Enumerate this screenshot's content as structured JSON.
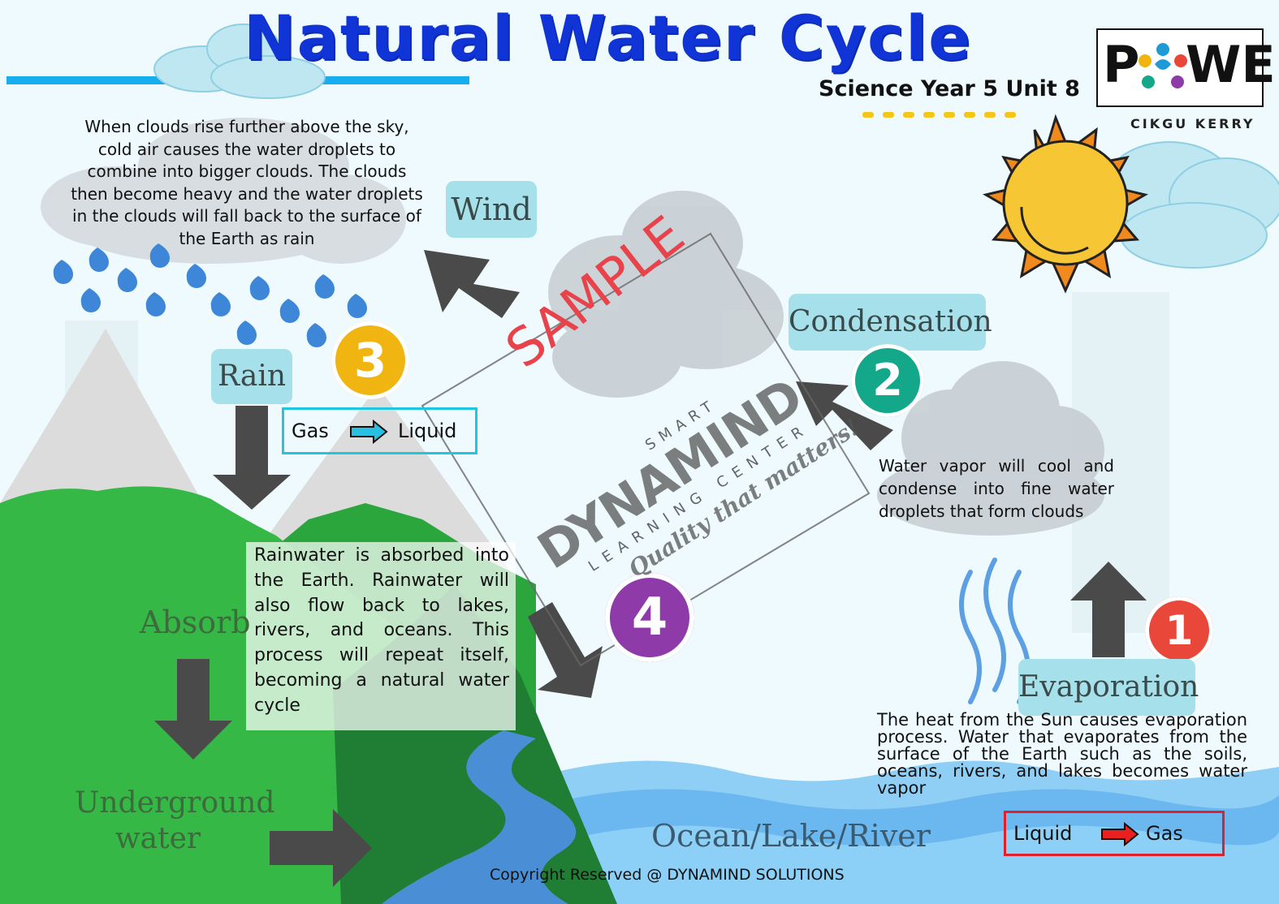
{
  "header": {
    "title": "Natural Water Cycle",
    "subtitle": "Science Year 5 Unit 8"
  },
  "logo": {
    "text_left": "P",
    "text_right": "WER",
    "caption": "CIKGU KERRY"
  },
  "watermark": {
    "sample": "SAMPLE",
    "brand_small": "SMART",
    "brand": "DYNAMIND",
    "brand_sub": "LEARNING CENTER",
    "tagline": "Quality that matters!"
  },
  "steps": [
    {
      "number": "1",
      "label": "Evaporation",
      "color": "#e8473a"
    },
    {
      "number": "2",
      "label": "Condensation",
      "color": "#14a88a"
    },
    {
      "number": "3",
      "label": "Rain",
      "color": "#f0b511"
    },
    {
      "number": "4",
      "label": "",
      "color": "#8e3aa8"
    }
  ],
  "labels": {
    "wind": "Wind",
    "absorb": "Absorb",
    "underground_line1": "Underground",
    "underground_line2": "water",
    "ocean": "Ocean/Lake/River"
  },
  "descriptions": {
    "rain": "When clouds rise further above the sky, cold air causes the water droplets to combine into bigger clouds. The clouds then become heavy and the water droplets in the clouds will fall back to the surface of the Earth as rain",
    "condensation": "Water vapor will cool and condense into fine water droplets that form clouds",
    "absorb": "Rainwater is absorbed into the Earth. Rainwater will also flow back to lakes, rivers, and oceans. This process will repeat itself, becoming a natural water cycle",
    "evaporation": "The heat from the Sun causes evaporation process. Water that evaporates from the surface of the Earth such as the soils, oceans, rivers, and lakes becomes water vapor"
  },
  "state_changes": {
    "rain": {
      "from": "Gas",
      "to": "Liquid",
      "border_color": "#1ec6e0",
      "arrow_color": "#28c0e0"
    },
    "evaporation": {
      "from": "Liquid",
      "to": "Gas",
      "border_color": "#e0202a",
      "arrow_color": "#e82020"
    }
  },
  "footer": {
    "copyright": "Copyright Reserved @ DYNAMIND SOLUTIONS"
  },
  "colors": {
    "background": "#eefafd",
    "title_blue": "#1034d6",
    "mountain_green": "#35b845",
    "dark_green": "#1f7d34",
    "river_blue": "#4a8fd6",
    "ocean_blue": "#6ab8ef",
    "arrow_gray": "#4a4a4a",
    "label_box": "#a6e0ea",
    "sun_yellow": "#f7c634",
    "sun_orange": "#f08a1c"
  }
}
